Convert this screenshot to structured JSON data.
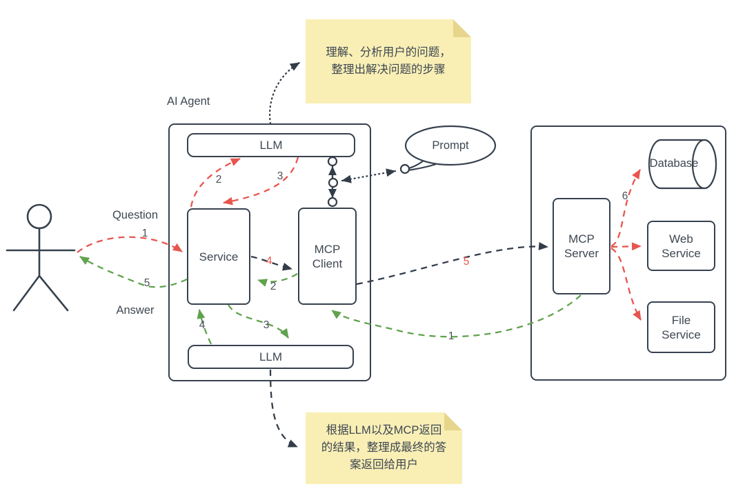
{
  "person": {
    "question_label": "Question",
    "answer_label": "Answer"
  },
  "agent": {
    "label": "AI Agent",
    "llm_top": "LLM",
    "llm_bottom": "LLM",
    "service": "Service",
    "mcp_client": [
      "MCP",
      "Client"
    ]
  },
  "prompt": {
    "label": "Prompt"
  },
  "backend": {
    "mcp_server": [
      "MCP",
      "Server"
    ],
    "database": "Database",
    "web_service": [
      "Web",
      "Service"
    ],
    "file_service": [
      "File",
      "Service"
    ]
  },
  "notes": {
    "top": [
      "理解、分析用户的问题，",
      "整理出解决问题的步骤"
    ],
    "bottom": [
      "根据LLM以及MCP返回",
      "的结果，整理成最终的答",
      "案返回给用户"
    ]
  },
  "steps": {
    "question": {
      "s1": "1",
      "s2": "2",
      "s3": "3",
      "s4": "4",
      "s5": "5",
      "s6": "6"
    },
    "answer": {
      "s1": "1",
      "s2": "2",
      "s3": "3",
      "s4": "4",
      "s5": "5"
    }
  },
  "colors": {
    "question_flow_red": "#e8554f",
    "answer_flow_green": "#60a24d",
    "line_dark": "#36414e",
    "note_background": "#f9efb5",
    "note_fold": "#e7d58c",
    "text": "#3e4752"
  }
}
